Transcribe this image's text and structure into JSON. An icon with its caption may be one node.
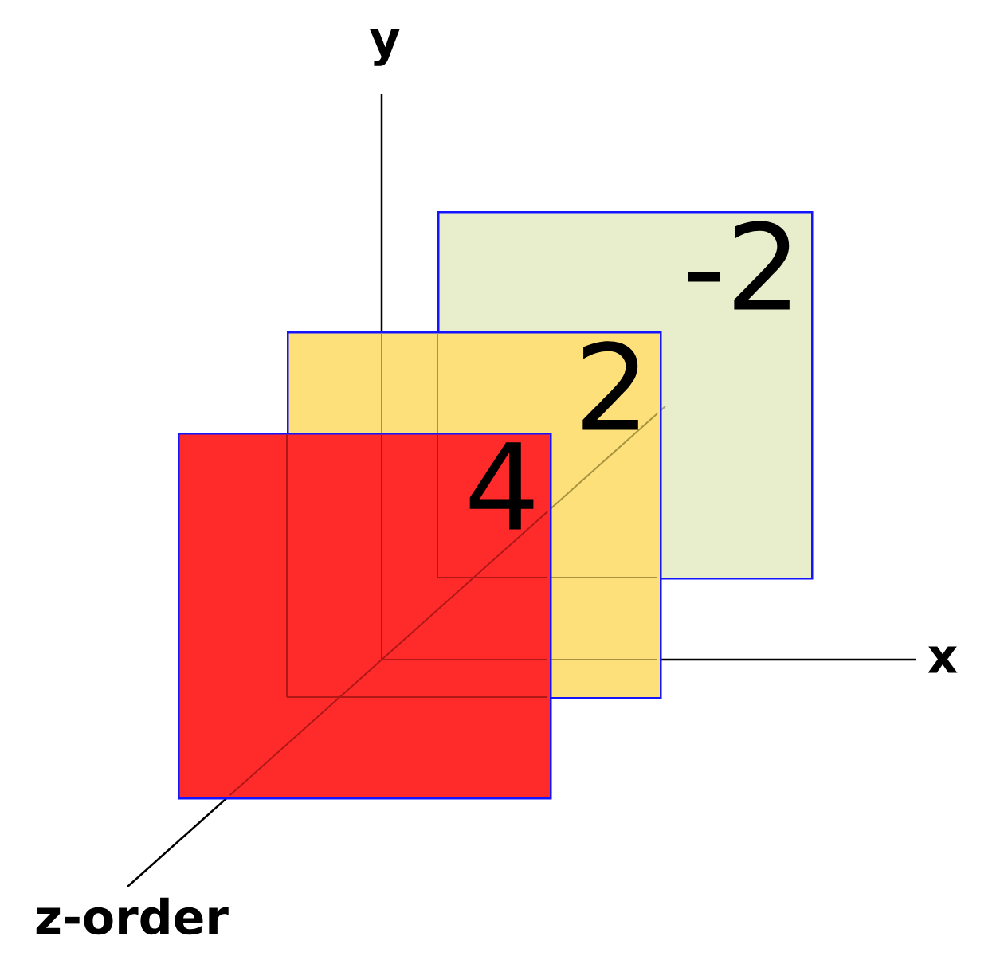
{
  "diagram": {
    "nodes": [
      {
        "text": [
          "-2"
        ]
      },
      {
        "text": [
          "2"
        ]
      },
      {
        "text": [
          "4"
        ]
      }
    ],
    "labels": [
      "y",
      "x",
      "z-order"
    ]
  }
}
